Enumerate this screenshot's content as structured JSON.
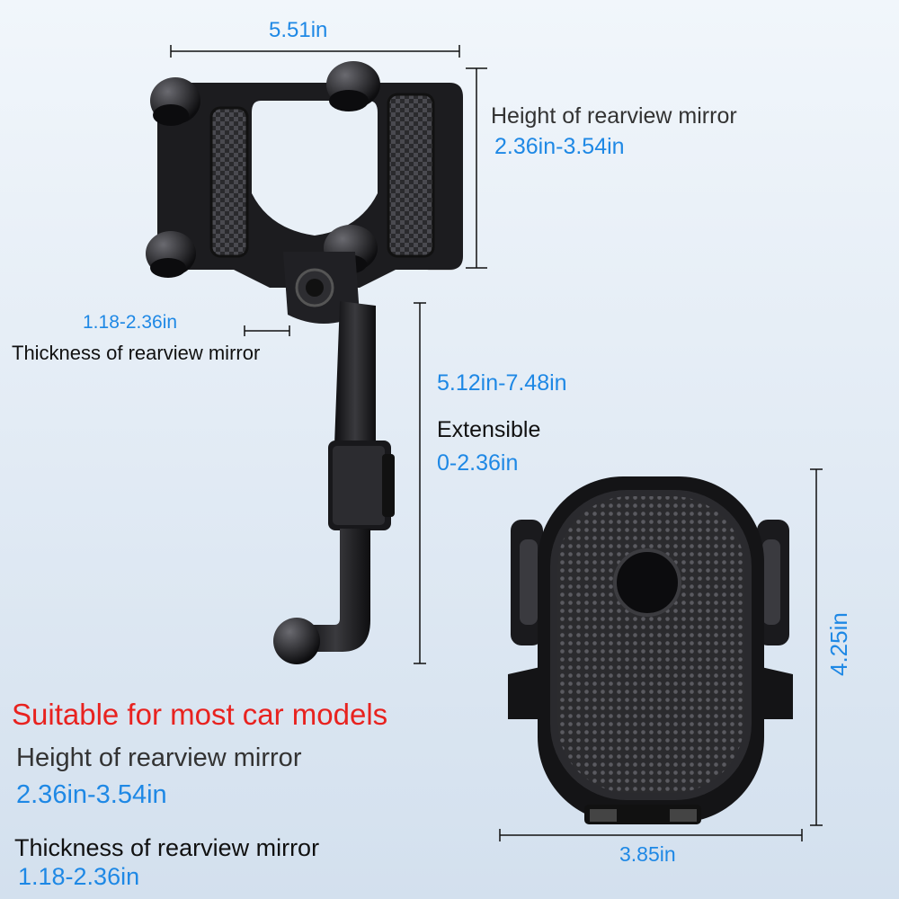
{
  "top_width": "5.51in",
  "mirror_height": {
    "label": "Height of rearview mirror",
    "value": "2.36in-3.54in"
  },
  "mirror_thickness": {
    "label": "Thickness of rearview mirror",
    "value": "1.18-2.36in"
  },
  "arm_length": "5.12in-7.48in",
  "extensible": {
    "label": "Extensible",
    "value": "0-2.36in"
  },
  "headline": "Suitable for most car models",
  "summary": {
    "height_label": "Height of rearview mirror",
    "height_value": "2.36in-3.54in",
    "thickness_label": "Thickness of rearview mirror",
    "thickness_value": "1.18-2.36in"
  },
  "holder_height": "4.25in",
  "holder_width": "3.85in",
  "colors": {
    "accent": "#1e88e5",
    "headline": "#e8221f",
    "background": "#dfe9f3",
    "product": "#1f1f22"
  }
}
